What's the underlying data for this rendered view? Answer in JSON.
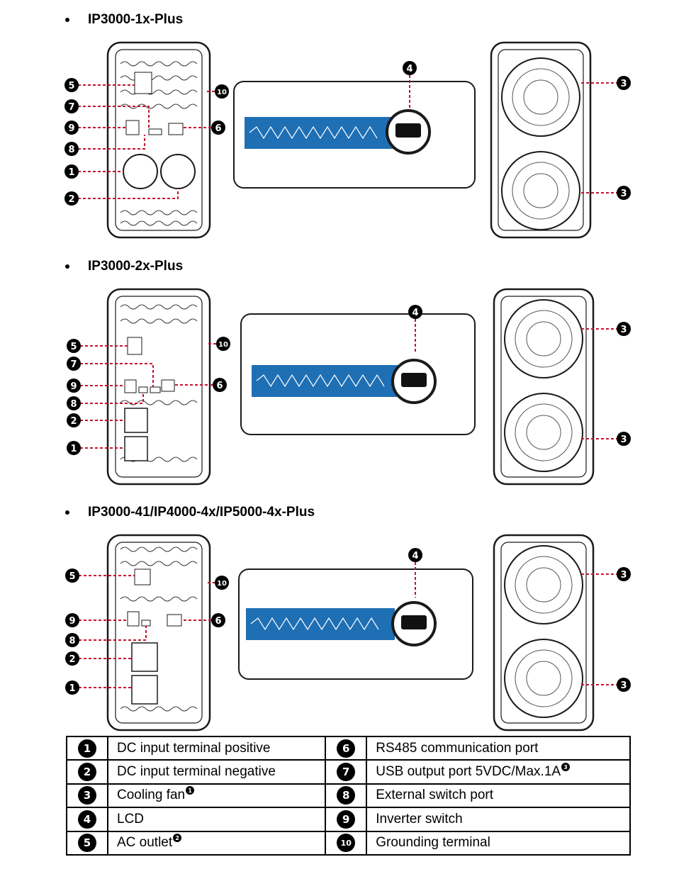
{
  "sections": [
    {
      "title": "IP3000-1x-Plus"
    },
    {
      "title": "IP3000-2x-Plus"
    },
    {
      "title": "IP3000-41/IP4000-4x/IP5000-4x-Plus"
    }
  ],
  "callouts": [
    "1",
    "2",
    "3",
    "4",
    "5",
    "6",
    "7",
    "8",
    "9",
    "10"
  ],
  "legend": {
    "rows": [
      {
        "left": {
          "num": "1",
          "label": "DC input terminal positive",
          "note": ""
        },
        "right": {
          "num": "6",
          "label": "RS485 communication port",
          "note": ""
        }
      },
      {
        "left": {
          "num": "2",
          "label": "DC input terminal negative",
          "note": ""
        },
        "right": {
          "num": "7",
          "label": "USB output port 5VDC/Max.1A",
          "note": "3"
        }
      },
      {
        "left": {
          "num": "3",
          "label": "Cooling fan",
          "note": "1"
        },
        "right": {
          "num": "8",
          "label": "External switch port",
          "note": ""
        }
      },
      {
        "left": {
          "num": "4",
          "label": "LCD",
          "note": ""
        },
        "right": {
          "num": "9",
          "label": "Inverter switch",
          "note": ""
        }
      },
      {
        "left": {
          "num": "5",
          "label": "AC outlet",
          "note": "2"
        },
        "right": {
          "num": "10",
          "label": "Grounding terminal",
          "note": ""
        }
      }
    ]
  },
  "colors": {
    "callout_line": "#c8102e",
    "wave_band": "#1f6fb5",
    "outline": "#1a1a1a"
  }
}
